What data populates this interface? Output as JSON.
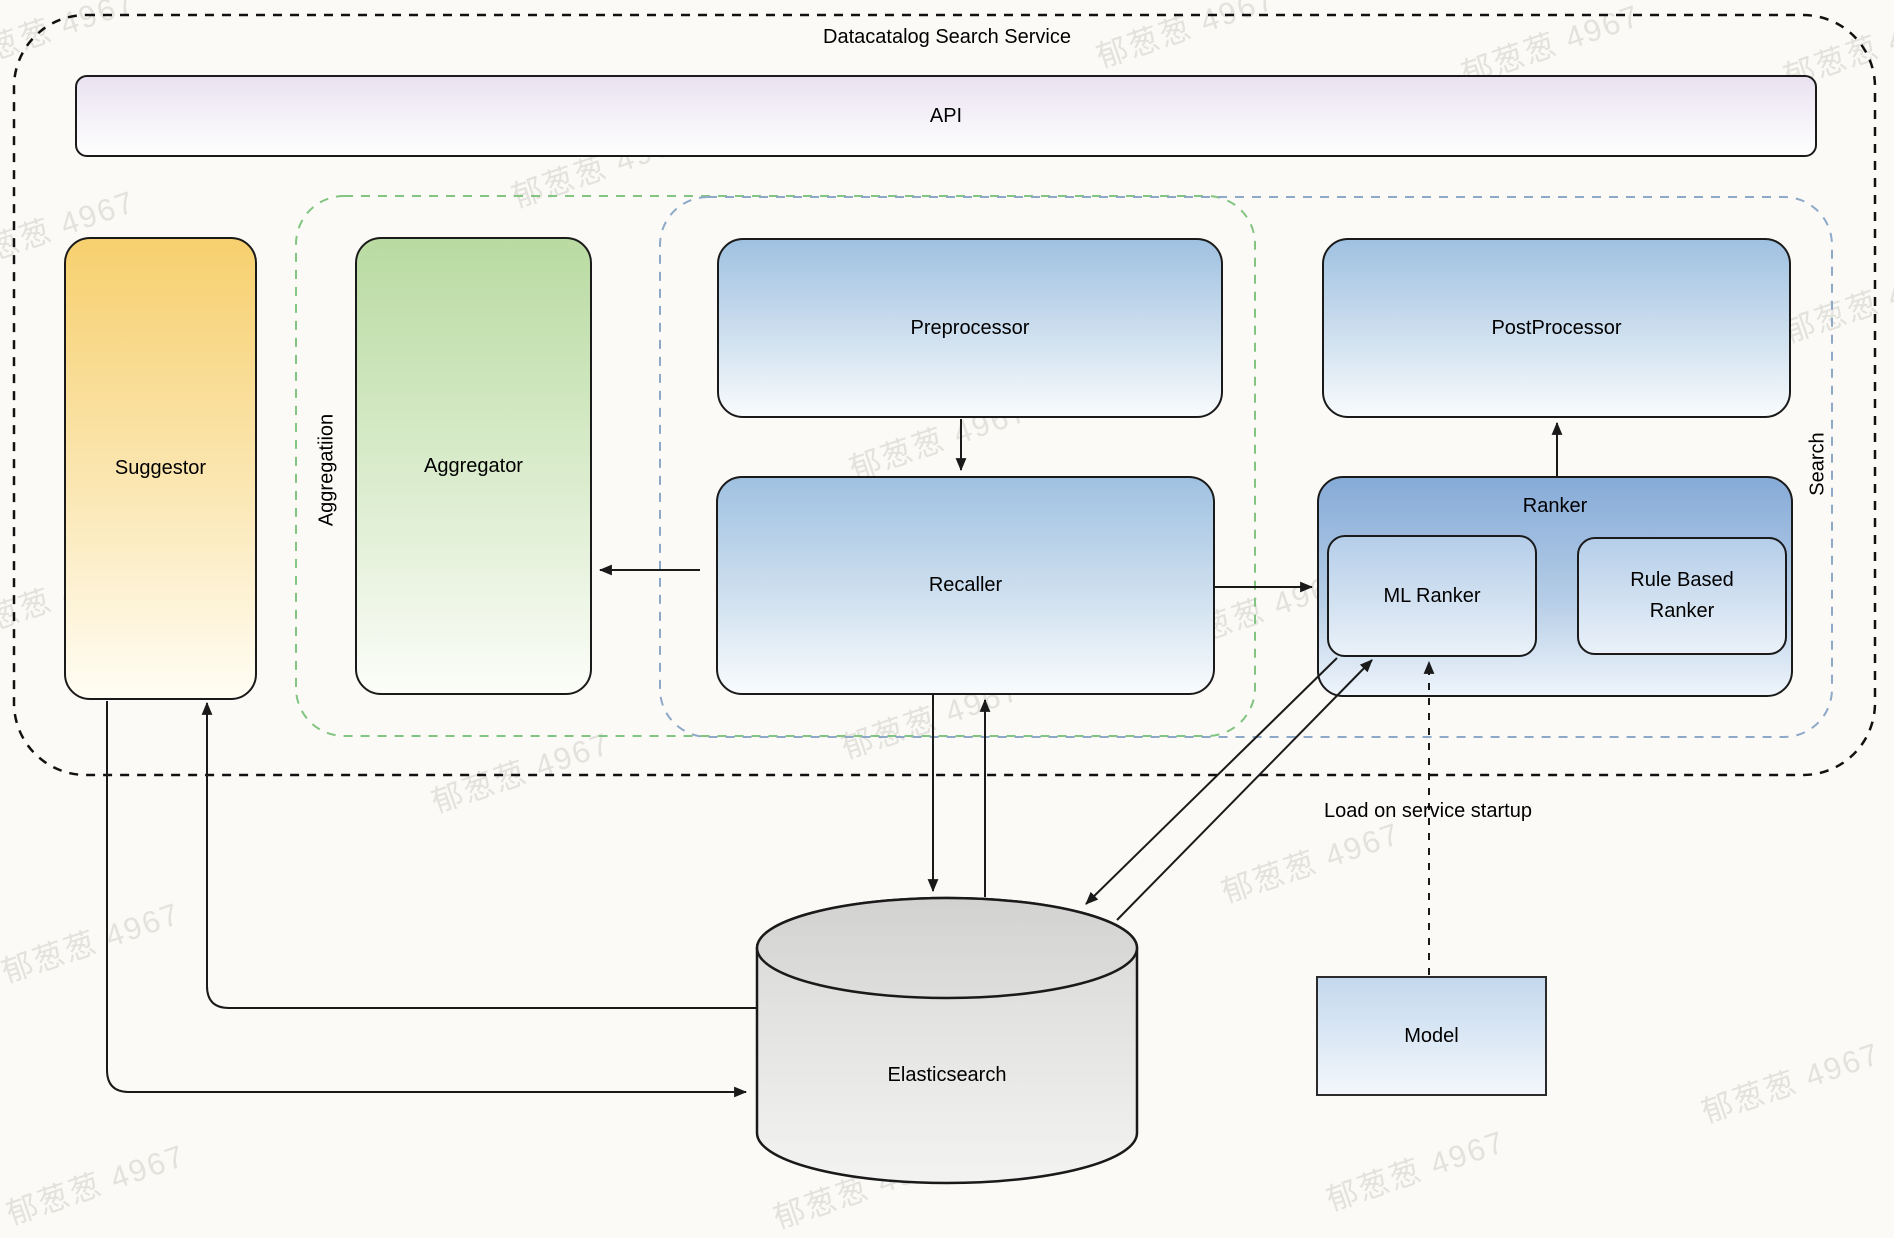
{
  "diagram": {
    "title": "Datacatalog Search Service",
    "api": {
      "label": "API"
    },
    "suggestor": {
      "label": "Suggestor"
    },
    "aggregation_group": {
      "label": "Aggregatiion"
    },
    "aggregator": {
      "label": "Aggregator"
    },
    "search_group": {
      "label": "Search"
    },
    "preprocessor": {
      "label": "Preprocessor"
    },
    "recaller": {
      "label": "Recaller"
    },
    "postprocessor": {
      "label": "PostProcessor"
    },
    "ranker": {
      "label": "Ranker"
    },
    "ml_ranker": {
      "label": "ML Ranker"
    },
    "rule_based_ranker": {
      "label": "Rule Based Ranker"
    },
    "elasticsearch": {
      "label": "Elasticsearch"
    },
    "model": {
      "label": "Model"
    },
    "load_note": {
      "label": "Load on service startup"
    }
  },
  "watermark": {
    "text": "郁葱葱 4967"
  },
  "colors": {
    "api_top": "#e9e1f0",
    "suggestor_top": "#f7d06e",
    "aggregator_top": "#b9dba2",
    "process_box_top": "#9fc1e1",
    "ranker_top": "#86abd8",
    "inner_ranker_top": "#b5cee9",
    "model_top": "#c4d8ee",
    "cylinder_fill": "#d6d6d4",
    "outer_dash": "#111111",
    "aggregation_dash": "#82c580",
    "search_dash": "#8ea9c8",
    "arrow": "#1a1a1a"
  }
}
